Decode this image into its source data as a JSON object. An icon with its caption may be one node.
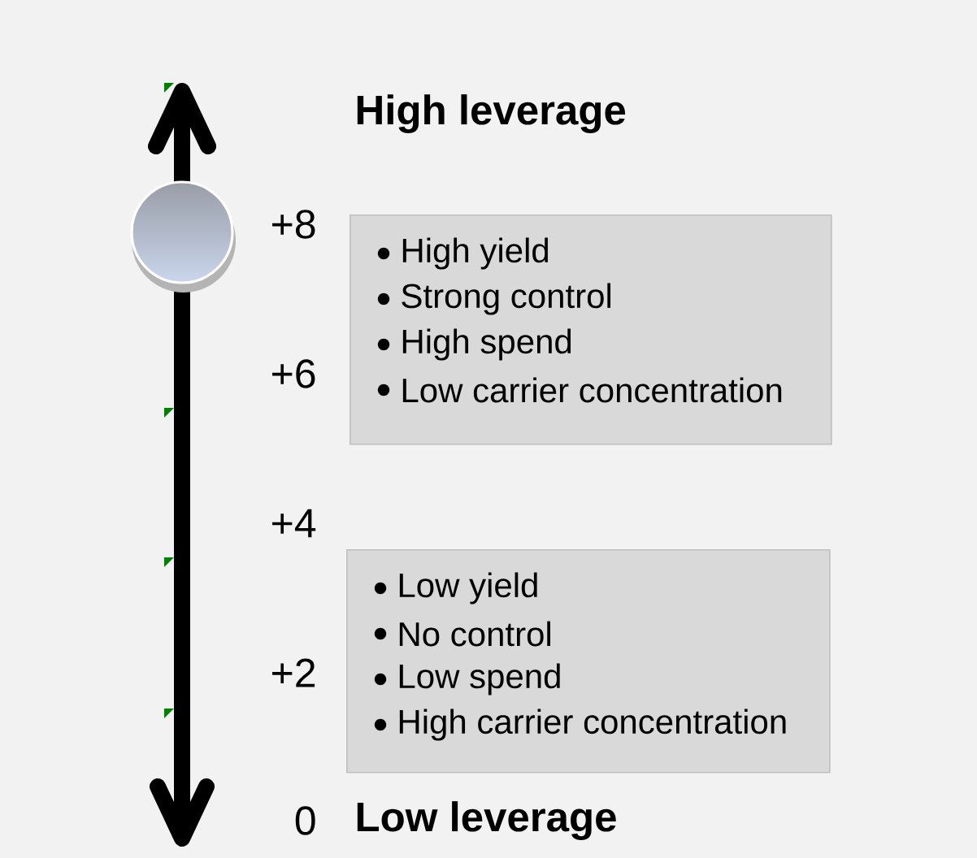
{
  "diagram": {
    "nodes": [
      {
        "text": [
          "High yield",
          "Strong control",
          "High spend",
          "Low carrier concentration"
        ]
      },
      {
        "text": [
          "Low yield",
          "No control",
          "Low spend",
          "High carrier concentration"
        ]
      }
    ],
    "labels": [
      "High leverage",
      "+8",
      "+6",
      "+4",
      "+2",
      "0",
      "Low leverage"
    ]
  }
}
